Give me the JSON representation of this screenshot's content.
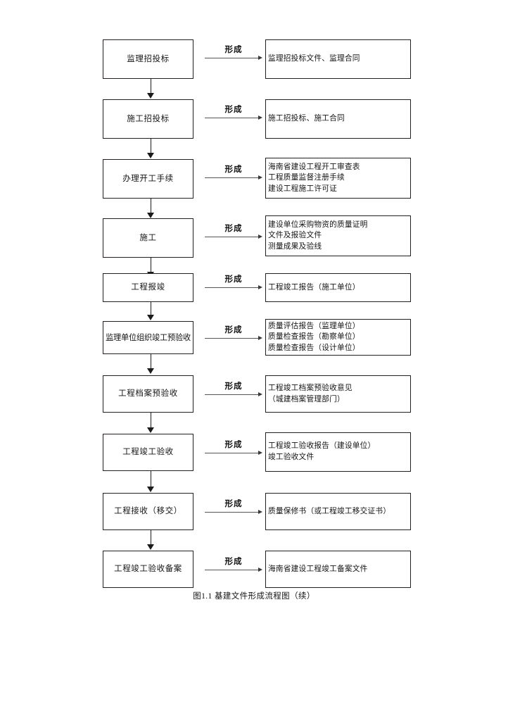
{
  "document": {
    "caption": "图1.1 基建文件形成流程图（续）",
    "connector_label": "形成",
    "colors": {
      "page_background": "#ffffff",
      "box_border": "#231f20",
      "text": "#141414",
      "arrow_vertical": "#1b1b1b",
      "arrow_horizontal": "#555458"
    }
  },
  "flow": {
    "rows": [
      {
        "process": "监理招投标",
        "connector": "形成",
        "output": "监理招投标文件、监理合同"
      },
      {
        "process": "施工招投标",
        "connector": "形成",
        "output": "施工招投标、施工合同"
      },
      {
        "process": "办理开工手续",
        "connector": "形成",
        "output": "海南省建设工程开工审查表\n工程质量监督注册手续\n建设工程施工许可证"
      },
      {
        "process": "施工",
        "connector": "形成",
        "output": "建设单位采购物资的质量证明\n文件及报验文件\n测量成果及验线"
      },
      {
        "process": "工程报竣",
        "connector": "形成",
        "output": "工程竣工报告（施工单位）"
      },
      {
        "process": "监理单位组织竣工预验收",
        "connector": "形成",
        "output": "质量评估报告（监理单位）\n质量检查报告（勘察单位）\n质量检查报告（设计单位）"
      },
      {
        "process": "工程档案预验收",
        "connector": "形成",
        "output": "工程竣工档案预验收意见\n（城建档案管理部门）"
      },
      {
        "process": "工程竣工验收",
        "connector": "形成",
        "output": "工程竣工验收报告（建设单位）\n竣工验收文件"
      },
      {
        "process": "工程接收（移交）",
        "connector": "形成",
        "output": "质量保修书（或工程竣工移交证书）"
      },
      {
        "process": "工程竣工验收备案",
        "connector": "形成",
        "output": "海南省建设工程竣工备案文件"
      }
    ]
  }
}
